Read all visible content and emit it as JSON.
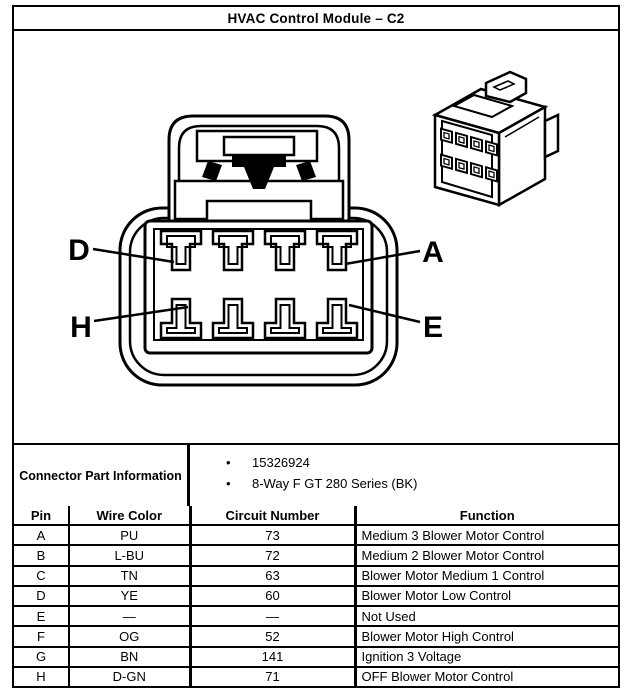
{
  "page": {
    "title": "HVAC Control Module – C2"
  },
  "connector_info": {
    "label": "Connector Part Information",
    "bullet": "•",
    "items": [
      "15326924",
      "8-Way F GT 280 Series (BK)"
    ]
  },
  "diagram": {
    "pin_labels": {
      "d": "D",
      "a": "A",
      "h": "H",
      "e": "E"
    }
  },
  "table": {
    "headers": [
      "Pin",
      "Wire Color",
      "Circuit Number",
      "Function"
    ],
    "rows": [
      {
        "pin": "A",
        "wire_color": "PU",
        "circuit": "73",
        "function": "Medium 3 Blower Motor Control"
      },
      {
        "pin": "B",
        "wire_color": "L-BU",
        "circuit": "72",
        "function": "Medium 2 Blower Motor Control"
      },
      {
        "pin": "C",
        "wire_color": "TN",
        "circuit": "63",
        "function": "Blower Motor Medium 1 Control"
      },
      {
        "pin": "D",
        "wire_color": "YE",
        "circuit": "60",
        "function": "Blower Motor Low Control"
      },
      {
        "pin": "E",
        "wire_color": "—",
        "circuit": "—",
        "function": "Not Used"
      },
      {
        "pin": "F",
        "wire_color": "OG",
        "circuit": "52",
        "function": "Blower Motor High Control"
      },
      {
        "pin": "G",
        "wire_color": "BN",
        "circuit": "141",
        "function": "Ignition 3 Voltage"
      },
      {
        "pin": "H",
        "wire_color": "D-GN",
        "circuit": "71",
        "function": "OFF Blower Motor Control"
      }
    ]
  },
  "colors": {
    "ink": "#000000",
    "paper": "#ffffff"
  }
}
